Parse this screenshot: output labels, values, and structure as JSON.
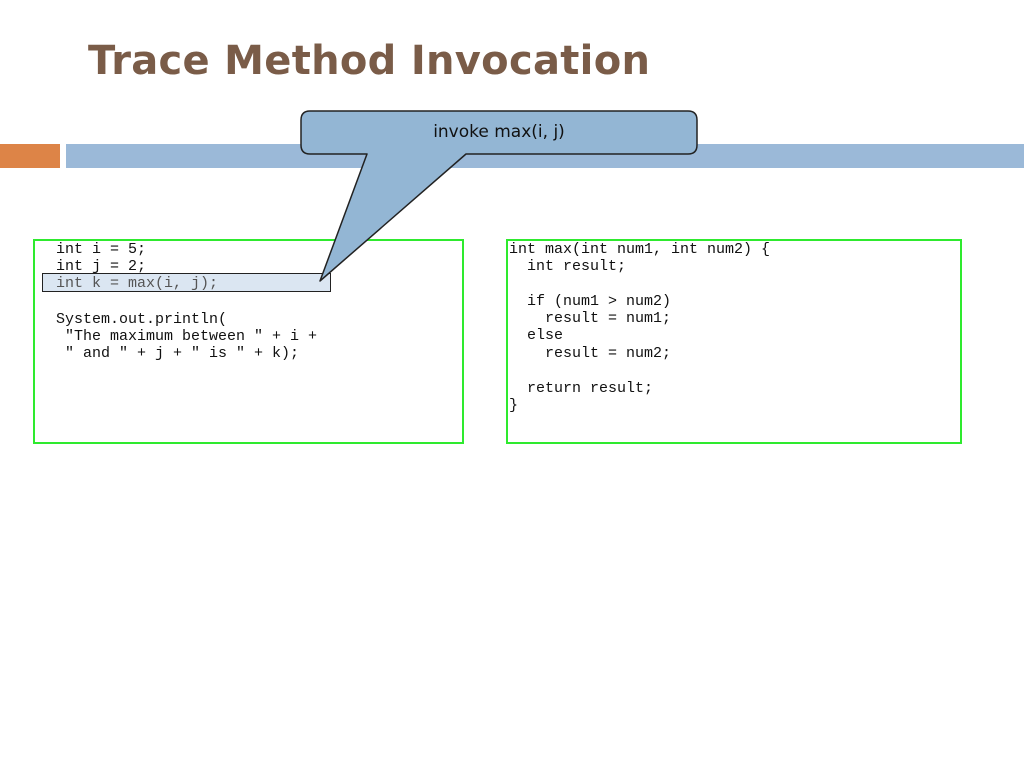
{
  "slide": {
    "title": "Trace Method Invocation"
  },
  "callout": {
    "text": "invoke max(i, j)"
  },
  "left_code": {
    "lines": [
      "int i = 5;",
      "int j = 2;",
      "int k = max(i, j);",
      "",
      "System.out.println(",
      " \"The maximum between \" + i +",
      " \" and \" + j + \" is \" + k);"
    ]
  },
  "right_code": {
    "lines": [
      "int max(int num1, int num2) {",
      "  int result;",
      "",
      "  if (num1 > num2)",
      "    result = num1;",
      "  else",
      "    result = num2;",
      "",
      "  return result;",
      "}"
    ]
  },
  "colors": {
    "title": "#7a5c48",
    "accent_orange": "#dd8447",
    "accent_blue": "#9bb9d8",
    "code_border": "#2eea2e",
    "callout_fill": "#93b6d4",
    "highlight_fill": "#dbe6f2"
  }
}
